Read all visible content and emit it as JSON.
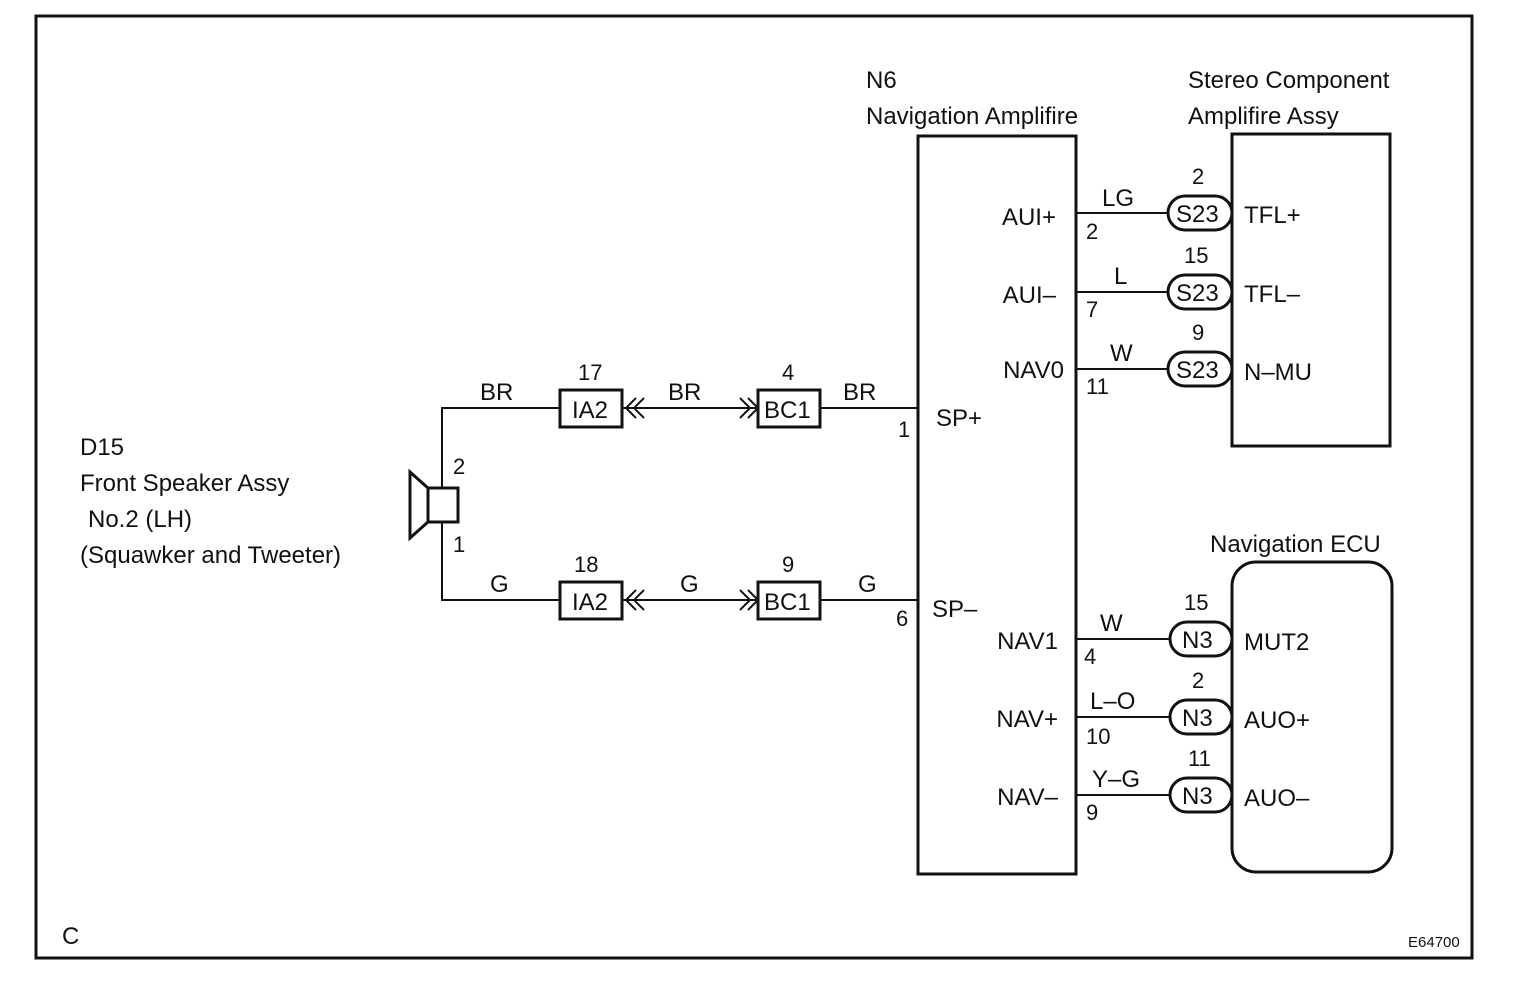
{
  "corner_label": "C",
  "figure_code": "E64700",
  "speaker": {
    "code": "D15",
    "name": "Front Speaker Assy",
    "name2": "No.2 (LH)",
    "name3": "(Squawker and Tweeter)",
    "pin_top": "2",
    "pin_bottom": "1"
  },
  "nav_amp": {
    "code": "N6",
    "name": "Navigation Amplifire",
    "terminals": {
      "aui_plus": "AUI+",
      "aui_minus": "AUI–",
      "nav0": "NAV0",
      "sp_plus": "SP+",
      "sp_minus": "SP–",
      "nav1": "NAV1",
      "nav_plus": "NAV+",
      "nav_minus": "NAV–"
    },
    "pins": {
      "aui_plus": "2",
      "aui_minus": "7",
      "nav0": "11",
      "sp_plus": "1",
      "sp_minus": "6",
      "nav1": "4",
      "nav_plus": "10",
      "nav_minus": "9"
    }
  },
  "stereo_amp": {
    "name_line1": "Stereo Component",
    "name_line2": "Amplifire Assy",
    "terminals": {
      "tfl_plus": "TFL+",
      "tfl_minus": "TFL–",
      "n_mu": "N–MU"
    }
  },
  "nav_ecu": {
    "name": "Navigation ECU",
    "terminals": {
      "mut2": "MUT2",
      "auo_plus": "AUO+",
      "auo_minus": "AUO–"
    }
  },
  "connectors": {
    "ia2_top": {
      "label": "IA2",
      "pin": "17"
    },
    "bc1_top": {
      "label": "BC1",
      "pin": "4"
    },
    "ia2_bottom": {
      "label": "IA2",
      "pin": "18"
    },
    "bc1_bottom": {
      "label": "BC1",
      "pin": "9"
    },
    "s23_a": {
      "label": "S23",
      "pin": "2"
    },
    "s23_b": {
      "label": "S23",
      "pin": "15"
    },
    "s23_c": {
      "label": "S23",
      "pin": "9"
    },
    "n3_a": {
      "label": "N3",
      "pin": "15"
    },
    "n3_b": {
      "label": "N3",
      "pin": "2"
    },
    "n3_c": {
      "label": "N3",
      "pin": "11"
    }
  },
  "wire_colors": {
    "top_1": "BR",
    "top_2": "BR",
    "top_3": "BR",
    "bottom_1": "G",
    "bottom_2": "G",
    "bottom_3": "G",
    "aui_plus": "LG",
    "aui_minus": "L",
    "nav0": "W",
    "nav1": "W",
    "nav_plus": "L–O",
    "nav_minus": "Y–G"
  }
}
